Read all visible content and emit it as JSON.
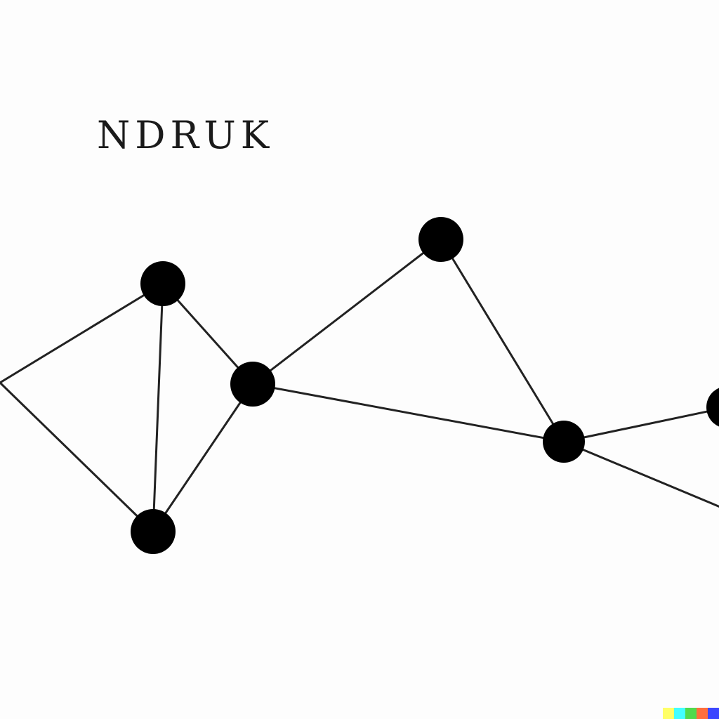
{
  "title": "NDRUK",
  "colors": {
    "background": "#fdfdfd",
    "node": "#000000",
    "edge": "#222222",
    "text": "#1a1a1a"
  },
  "diagram": {
    "nodes": [
      {
        "id": "n1"
      },
      {
        "id": "n2"
      },
      {
        "id": "n3"
      },
      {
        "id": "n4"
      },
      {
        "id": "n5"
      },
      {
        "id": "n6"
      },
      {
        "id": "n7"
      },
      {
        "id": "n8"
      },
      {
        "id": "n9"
      }
    ],
    "edges": [
      {
        "from": "n1",
        "to": "n2"
      },
      {
        "from": "n1",
        "to": "n4"
      },
      {
        "from": "n2",
        "to": "n4"
      },
      {
        "from": "n2",
        "to": "n3"
      },
      {
        "from": "n4",
        "to": "n3"
      },
      {
        "from": "n3",
        "to": "n5"
      },
      {
        "from": "n3",
        "to": "n6"
      },
      {
        "from": "n5",
        "to": "n6"
      },
      {
        "from": "n6",
        "to": "n7"
      },
      {
        "from": "n6",
        "to": "n8"
      }
    ]
  },
  "watermark_colors": [
    "#ffff66",
    "#42ffff",
    "#51da4c",
    "#ff6e3c",
    "#3c46ff"
  ]
}
